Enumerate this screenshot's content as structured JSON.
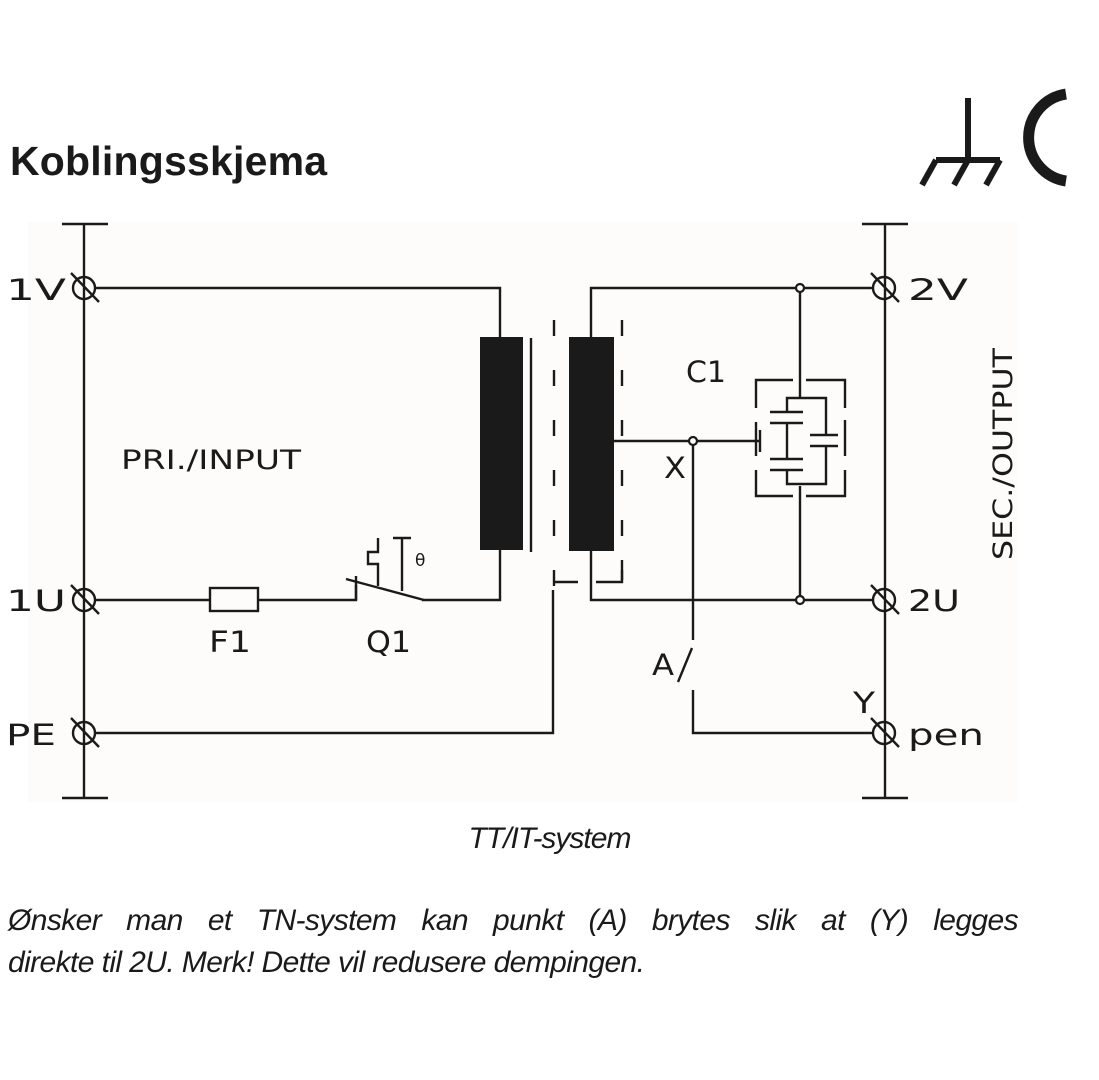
{
  "title": "Koblingsskjema",
  "header_symbols": [
    {
      "name": "chassis-earth-icon",
      "meaning": "frame/chassis ground"
    },
    {
      "name": "c-mark-icon",
      "label": "C"
    }
  ],
  "schematic": {
    "primary_label": "PRI./INPUT",
    "secondary_label": "SEC./OUTPUT",
    "terminals_left": [
      {
        "id": "1V",
        "label": "1V"
      },
      {
        "id": "1U",
        "label": "1U"
      },
      {
        "id": "PE",
        "label": "PE"
      }
    ],
    "terminals_right": [
      {
        "id": "2V",
        "label": "2V"
      },
      {
        "id": "2U",
        "label": "2U"
      },
      {
        "id": "pen",
        "label": "pen"
      }
    ],
    "components": {
      "fuse": "F1",
      "breaker": "Q1",
      "breaker_symbol": "θ",
      "capacitor": "C1",
      "node_x": "X",
      "point_a": "A",
      "node_y": "Y"
    }
  },
  "caption": "TT/IT-system",
  "note": {
    "line1": "Ønsker man et TN-system kan punkt (A) brytes slik at (Y) legges",
    "line2": "direkte til 2U. Merk! Dette vil redusere dempingen."
  },
  "colors": {
    "ink": "#1a1a1a",
    "background": "#ffffff",
    "diagram_background": "#fdfcfb"
  }
}
